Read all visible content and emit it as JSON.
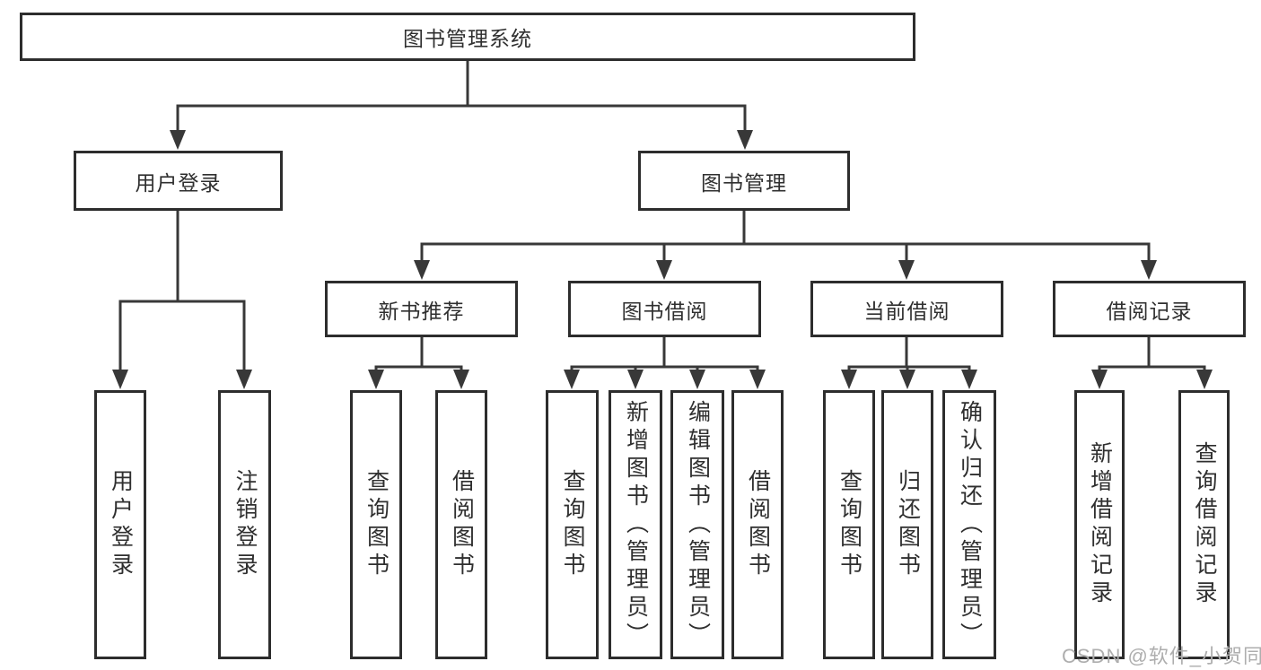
{
  "diagram": {
    "root": {
      "label": "图书管理系统"
    },
    "level1": [
      {
        "label": "用户登录"
      },
      {
        "label": "图书管理"
      }
    ],
    "level2": [
      {
        "label": "新书推荐"
      },
      {
        "label": "图书借阅"
      },
      {
        "label": "当前借阅"
      },
      {
        "label": "借阅记录"
      }
    ],
    "leaves": {
      "user_login": [
        {
          "label": "用户登录"
        },
        {
          "label": "注销登录"
        }
      ],
      "new_book": [
        {
          "label": "查询图书"
        },
        {
          "label": "借阅图书"
        }
      ],
      "book_borrow": [
        {
          "label": "查询图书"
        },
        {
          "label": "新增图书（管理员）"
        },
        {
          "label": "编辑图书（管理员）"
        },
        {
          "label": "借阅图书"
        }
      ],
      "current_borrow": [
        {
          "label": "查询图书"
        },
        {
          "label": "归还图书"
        },
        {
          "label": "确认归还（管理员）"
        }
      ],
      "borrow_records": [
        {
          "label": "新增借阅记录"
        },
        {
          "label": "查询借阅记录"
        }
      ]
    }
  },
  "watermark": {
    "text": "CSDN @软件_小贺同学"
  },
  "colors": {
    "line": "#383838",
    "border": "#2d2d2d",
    "text": "#2f2f2f",
    "watermark": "#aeaeae",
    "background": "#ffffff"
  }
}
